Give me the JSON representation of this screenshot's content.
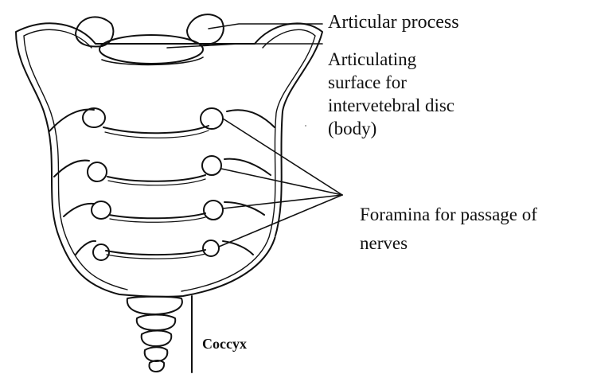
{
  "diagram": {
    "labels": {
      "articular_process": "Articular process",
      "articulating_surface": [
        "Articulating",
        "surface for",
        "intervetebral disc",
        "(body)"
      ],
      "foramina": [
        "Foramina for passage of",
        "nerves"
      ],
      "coccyx": "Coccyx"
    },
    "colors": {
      "ink": "#111111",
      "background": "#ffffff"
    }
  }
}
